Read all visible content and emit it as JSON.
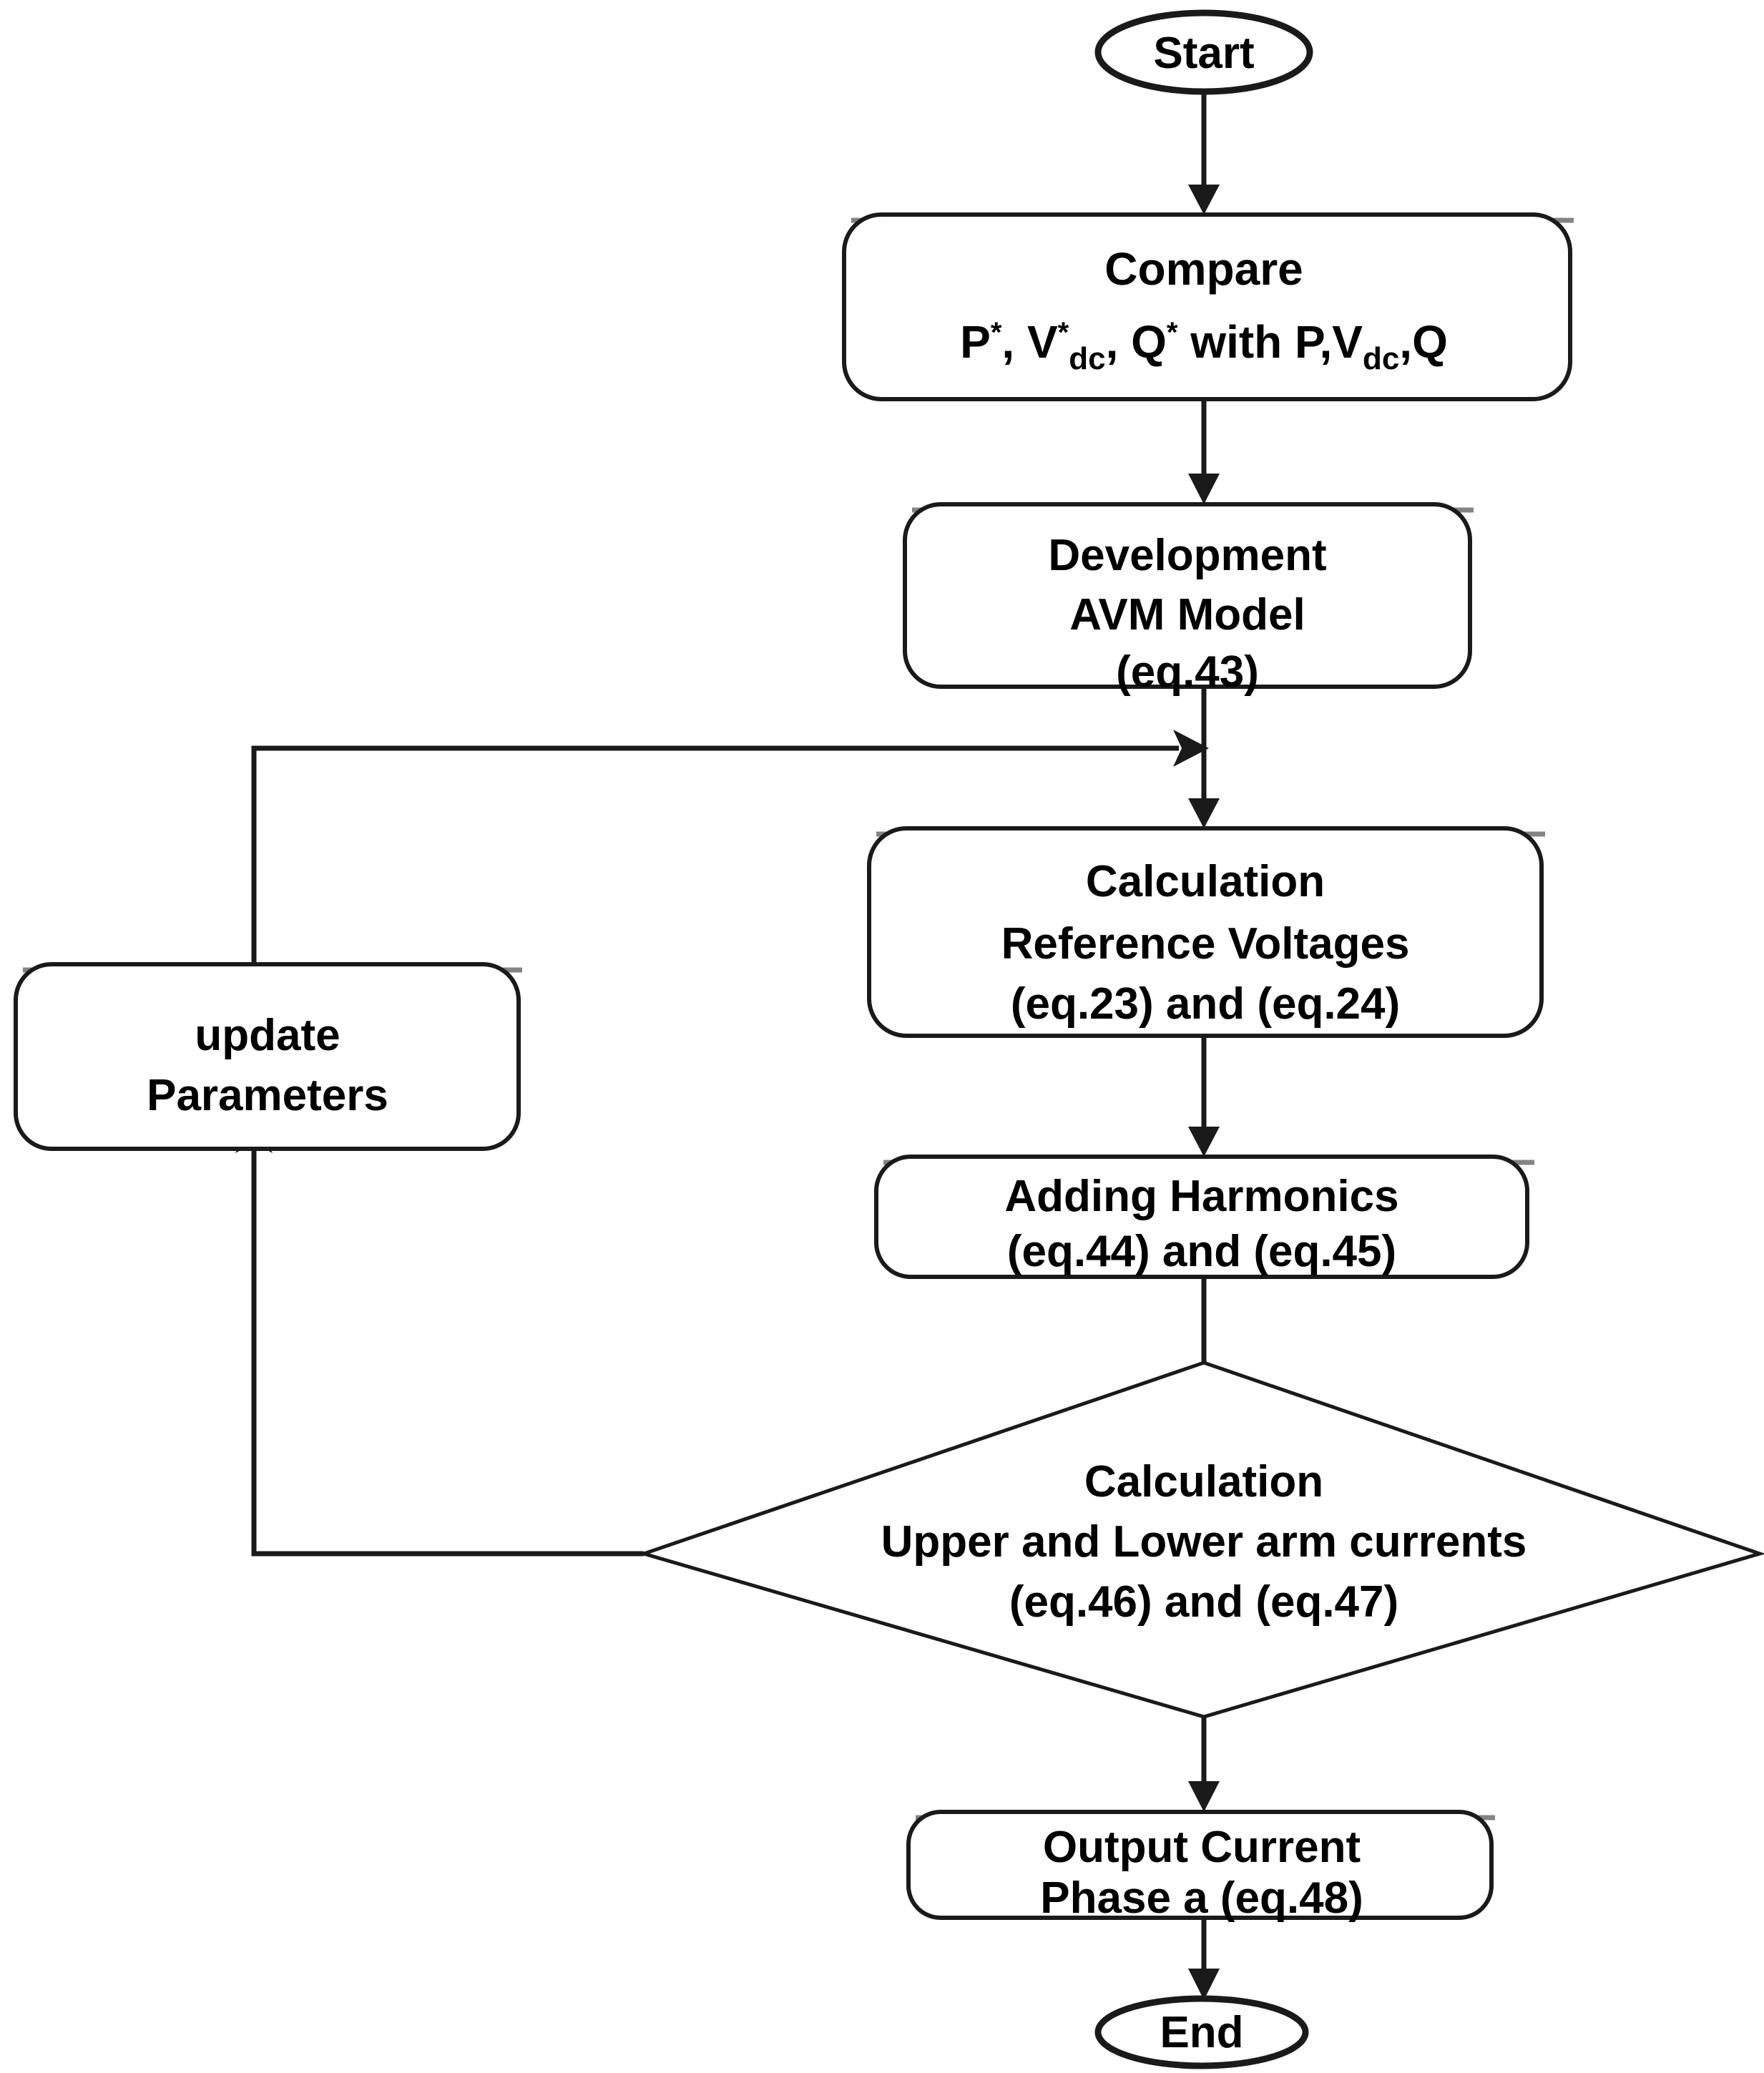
{
  "diagram": {
    "title": "AVM Model Simulation Flowchart",
    "type": "flowchart",
    "background_color": "#ffffff",
    "line_color": "#1a1a1a",
    "text_color": "#000000"
  },
  "nodes": {
    "start": {
      "shape": "terminator",
      "label": "Start"
    },
    "compare": {
      "shape": "rounded-rectangle",
      "line1": "Compare",
      "line2_parts": {
        "p": "P",
        "star1": "*",
        "comma1": ", ",
        "v": "V",
        "star2": "*",
        "sub_dc1": "dc",
        "comma2": ", ",
        "q": "Q",
        "star3": "*",
        "with": " with P,V",
        "sub_dc2": "dc",
        "tail": ",Q"
      },
      "line2_plain": "P*, V*dc, Q* with P,Vdc,Q"
    },
    "development": {
      "shape": "rounded-rectangle",
      "line1": "Development",
      "line2": "AVM Model",
      "line3": "(eq.43)"
    },
    "update_parameters": {
      "shape": "rounded-rectangle",
      "line1": "update",
      "line2": "Parameters"
    },
    "calculation_voltages": {
      "shape": "rounded-rectangle",
      "line1": "Calculation",
      "line2": "Reference Voltages",
      "line3": "(eq.23) and (eq.24)"
    },
    "adding_harmonics": {
      "shape": "rounded-rectangle",
      "line1": "Adding Harmonics",
      "line2": "(eq.44) and (eq.45)"
    },
    "arm_currents": {
      "shape": "diamond",
      "line1": "Calculation",
      "line2": "Upper and Lower arm currents",
      "line3": "(eq.46)  and (eq.47)"
    },
    "output_current": {
      "shape": "rounded-rectangle",
      "line1": "Output Current",
      "line2": "Phase a (eq.48)"
    },
    "end": {
      "shape": "terminator",
      "label": "End"
    }
  },
  "edges": [
    {
      "name": "start-to-compare",
      "from": "start",
      "to": "compare",
      "arrow": "down"
    },
    {
      "name": "compare-to-development",
      "from": "compare",
      "to": "development",
      "arrow": "down"
    },
    {
      "name": "development-to-calculation",
      "from": "development",
      "to": "calculation_voltages",
      "arrow": "down"
    },
    {
      "name": "calculation-to-harmonics",
      "from": "calculation_voltages",
      "to": "adding_harmonics",
      "arrow": "down"
    },
    {
      "name": "harmonics-to-arm-currents",
      "from": "adding_harmonics",
      "to": "arm_currents",
      "arrow": "none"
    },
    {
      "name": "arm-currents-to-output",
      "from": "arm_currents",
      "to": "output_current",
      "arrow": "down"
    },
    {
      "name": "output-to-end",
      "from": "output_current",
      "to": "end",
      "arrow": "down"
    },
    {
      "name": "arm-currents-to-update-parameters",
      "from": "arm_currents",
      "to": "update_parameters",
      "arrow": "up"
    },
    {
      "name": "update-parameters-to-calculation",
      "from": "update_parameters",
      "to": "calculation_voltages",
      "arrow": "right"
    }
  ]
}
